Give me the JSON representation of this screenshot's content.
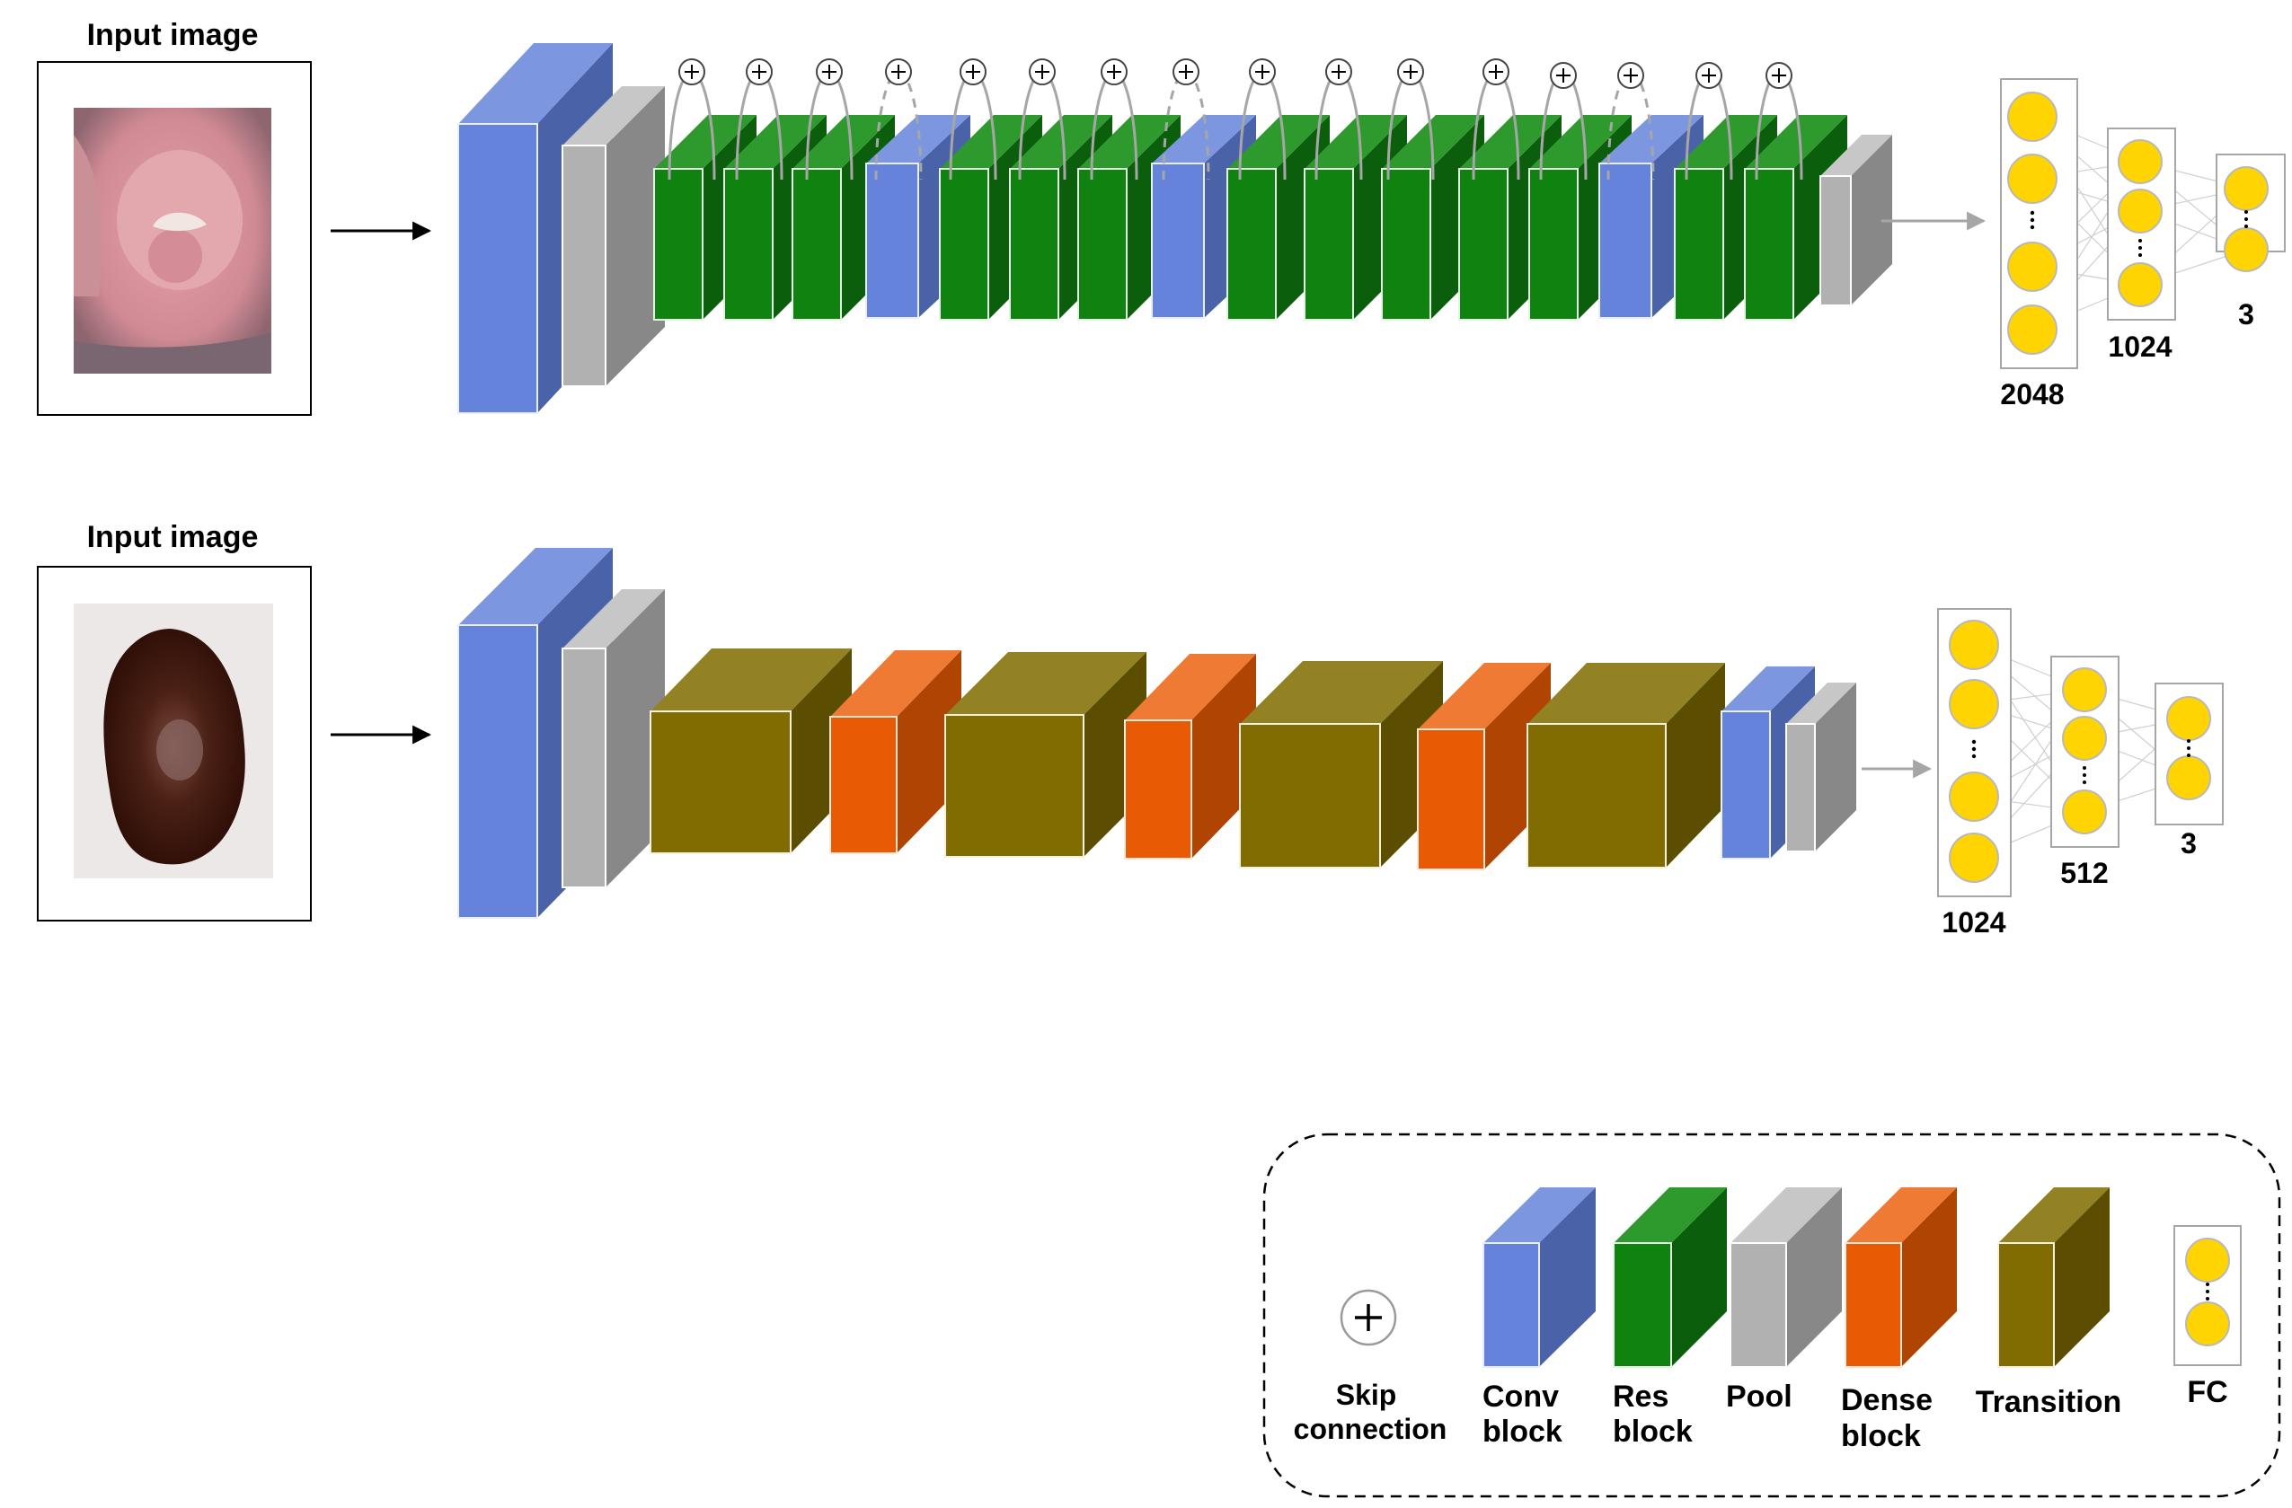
{
  "top": {
    "input_title": "Input image",
    "input_image": "cervix-photo",
    "fc_sizes": [
      "2048",
      "1024",
      "3"
    ]
  },
  "bottom": {
    "input_title": "Input image",
    "input_image": "skin-lesion-photo",
    "fc_sizes": [
      "1024",
      "512",
      "3"
    ]
  },
  "legend": {
    "skip": [
      "Skip",
      "connection"
    ],
    "conv": [
      "Conv",
      "block"
    ],
    "res": [
      "Res",
      "block"
    ],
    "pool": [
      "Pool"
    ],
    "dense": [
      "Dense",
      "block"
    ],
    "transition": [
      "Transition"
    ],
    "fc": [
      "FC"
    ]
  },
  "colors": {
    "conv": "#6683dc",
    "res": "#10820f",
    "pool": "#b1b1b1",
    "dense": "#e95a05",
    "transition": "#806c00",
    "neuron": "#ffd400"
  }
}
